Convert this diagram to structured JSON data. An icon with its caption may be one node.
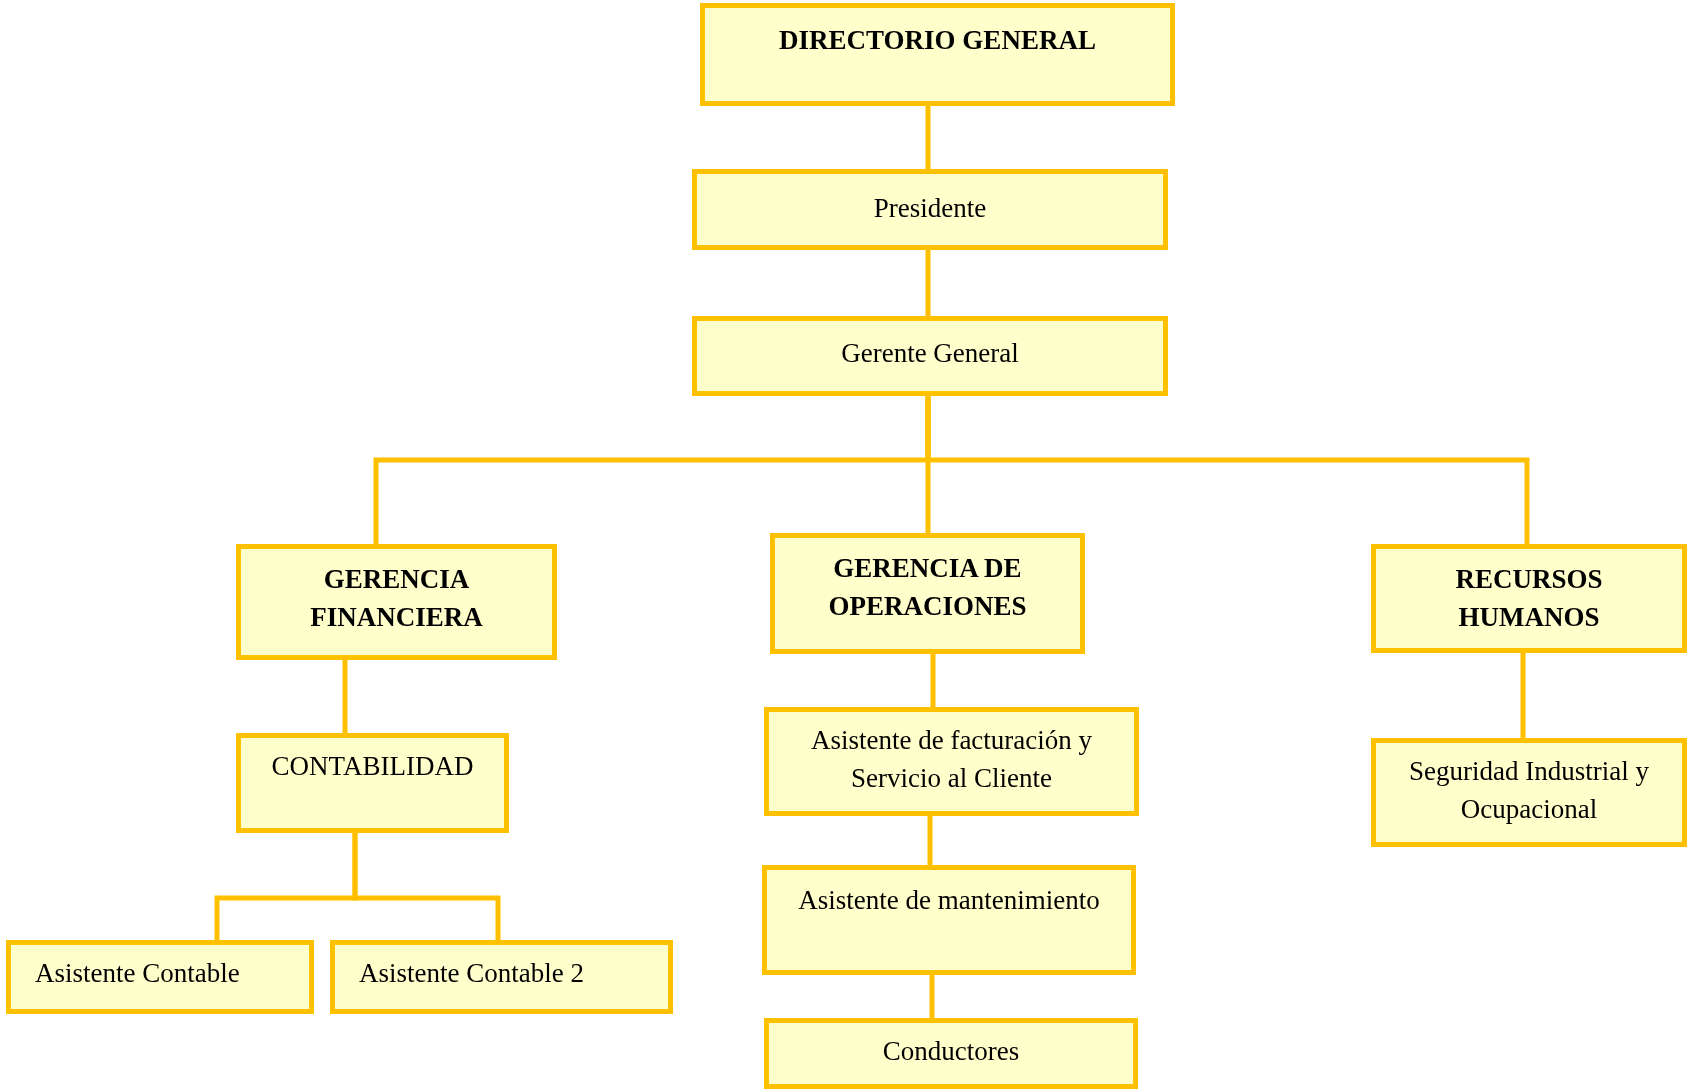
{
  "diagram": {
    "nodes": [
      {
        "text": [
          "DIRECTORIO GENERAL"
        ]
      },
      {
        "text": [
          "Presidente"
        ]
      },
      {
        "text": [
          "Gerente General"
        ]
      },
      {
        "text": [
          "GERENCIA FINANCIERA"
        ]
      },
      {
        "text": [
          "GERENCIA DE OPERACIONES"
        ]
      },
      {
        "text": [
          "RECURSOS HUMANOS"
        ]
      },
      {
        "text": [
          "CONTABILIDAD"
        ]
      },
      {
        "text": [
          "Asistente Contable"
        ]
      },
      {
        "text": [
          "Asistente Contable 2"
        ]
      },
      {
        "text": [
          "Asistente de facturación y Servicio al Cliente"
        ]
      },
      {
        "text": [
          "Asistente de mantenimiento"
        ]
      },
      {
        "text": [
          "Conductores"
        ]
      },
      {
        "text": [
          "Seguridad Industrial y Ocupacional"
        ]
      }
    ],
    "edges": [
      {
        "from": 0,
        "to": 1,
        "arrow": "none"
      },
      {
        "from": 1,
        "to": 2,
        "arrow": "none"
      },
      {
        "from": 2,
        "to": 3,
        "arrow": "none"
      },
      {
        "from": 2,
        "to": 4,
        "arrow": "none"
      },
      {
        "from": 2,
        "to": 5,
        "arrow": "none"
      },
      {
        "from": 3,
        "to": 6,
        "arrow": "none"
      },
      {
        "from": 6,
        "to": 7,
        "arrow": "none"
      },
      {
        "from": 6,
        "to": 8,
        "arrow": "none"
      },
      {
        "from": 4,
        "to": 9,
        "arrow": "none"
      },
      {
        "from": 9,
        "to": 10,
        "arrow": "none"
      },
      {
        "from": 10,
        "to": 11,
        "arrow": "none"
      },
      {
        "from": 5,
        "to": 12,
        "arrow": "none"
      }
    ]
  }
}
